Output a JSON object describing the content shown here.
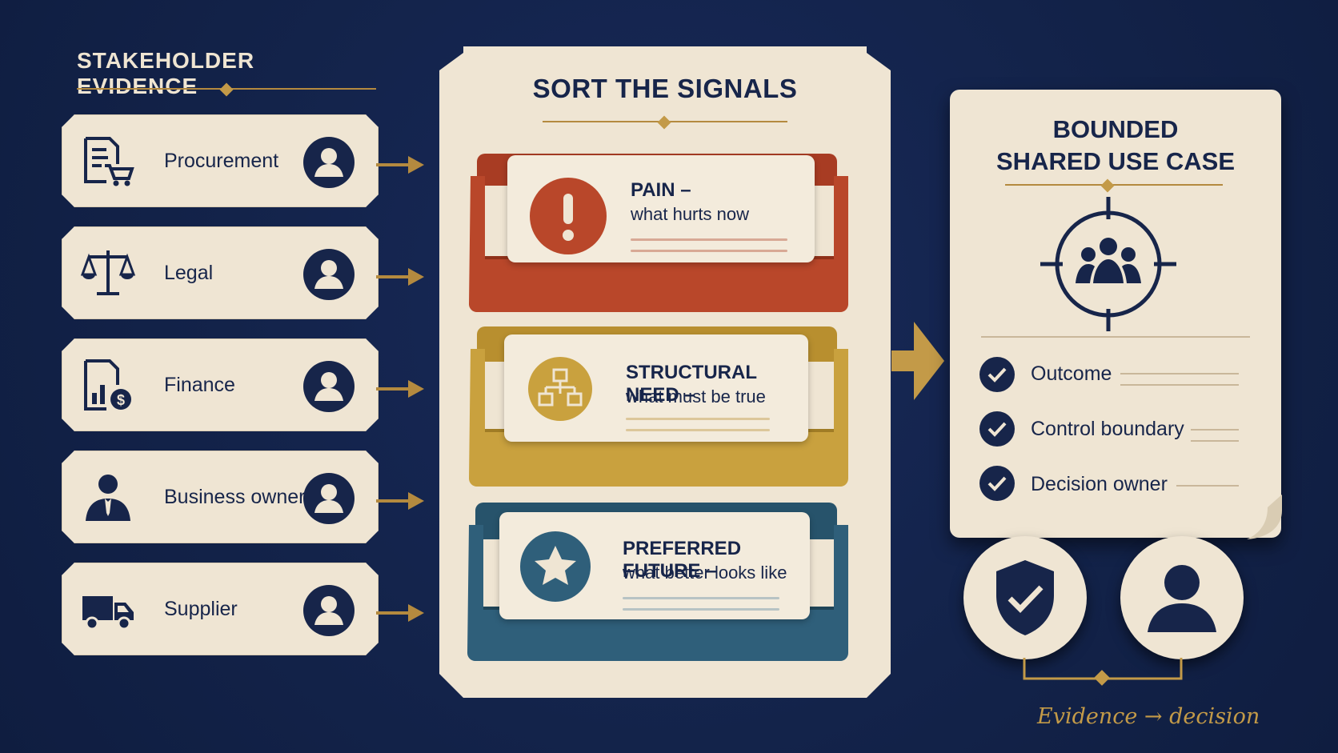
{
  "left": {
    "title": "STAKEHOLDER EVIDENCE",
    "stakeholders": [
      {
        "label": "Procurement",
        "icon": "document-cart-icon"
      },
      {
        "label": "Legal",
        "icon": "scales-icon"
      },
      {
        "label": "Finance",
        "icon": "chart-dollar-icon"
      },
      {
        "label": "Business owner",
        "icon": "business-person-icon"
      },
      {
        "label": "Supplier",
        "icon": "truck-icon"
      }
    ]
  },
  "center": {
    "title": "SORT THE SIGNALS",
    "trays": [
      {
        "title": "PAIN –",
        "subtitle": "what hurts now",
        "icon": "exclamation-icon",
        "color": "#b9472a"
      },
      {
        "title": "STRUCTURAL NEED –",
        "subtitle": "what must be true",
        "icon": "hierarchy-icon",
        "color": "#c9a13e"
      },
      {
        "title": "PREFERRED FUTURE –",
        "subtitle": "what better looks like",
        "icon": "star-icon",
        "color": "#2f5f7a"
      }
    ]
  },
  "right": {
    "title_line1": "BOUNDED",
    "title_line2": "SHARED USE CASE",
    "target_icon": "target-group-icon",
    "checklist": [
      {
        "label": "Outcome"
      },
      {
        "label": "Control boundary"
      },
      {
        "label": "Decision owner"
      }
    ],
    "badges": [
      "shield-check-icon",
      "person-icon"
    ],
    "footer": "Evidence → decision"
  },
  "colors": {
    "background": "#13234a",
    "paper": "#efe5d3",
    "navy": "#17254a",
    "gold": "#c39a48",
    "red": "#b9472a",
    "mustard": "#c9a13e",
    "teal": "#2f5f7a"
  }
}
